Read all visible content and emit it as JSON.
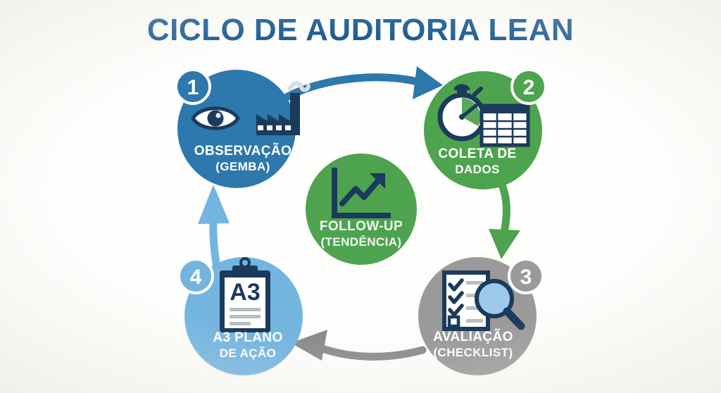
{
  "page": {
    "title": "CICLO DE AUDITORIA LEAN",
    "background_color": "#fdfdfb",
    "title_color": "#1f5d93"
  },
  "colors": {
    "blue_dark": "#2d78ac",
    "green": "#4ea34e",
    "gray": "#9a9a9a",
    "blue_light": "#74b5e0",
    "icon_navy": "#1b3a5c",
    "white": "#ffffff"
  },
  "center_node": {
    "name": "follow-up",
    "label_line1": "FOLLOW-UP",
    "label_line2": "(TENDÊNCIA)",
    "color": "#4ea34e",
    "icon": "trend-chart-icon"
  },
  "nodes": [
    {
      "id": "observacao",
      "badge": "1",
      "label_line1": "OBSERVAÇÃO",
      "label_line2": "(GEMBA)",
      "color": "#2d78ac",
      "icons": [
        "eye-icon",
        "factory-icon"
      ]
    },
    {
      "id": "coleta-de-dados",
      "badge": "2",
      "label_line1": "COLETA DE",
      "label_line2": "DADOS",
      "color": "#4ea34e",
      "icons": [
        "stopwatch-icon",
        "spreadsheet-icon"
      ]
    },
    {
      "id": "avaliacao",
      "badge": "3",
      "label_line1": "AVALIAÇÃO",
      "label_line2": "(CHECKLIST)",
      "color": "#9a9a9a",
      "icons": [
        "checklist-icon",
        "magnifier-icon"
      ]
    },
    {
      "id": "a3-plano-de-acao",
      "badge": "4",
      "label_line1": "A3 PLANO",
      "label_line2": "DE AÇÃO",
      "color": "#74b5e0",
      "icons": [
        "clipboard-a3-icon"
      ],
      "icon_text": "A3"
    }
  ],
  "arrows": [
    {
      "id": "arrow-1-to-2",
      "from": "observacao",
      "to": "coleta-de-dados",
      "color": "#2d78ac",
      "direction": "right"
    },
    {
      "id": "arrow-2-to-3",
      "from": "coleta-de-dados",
      "to": "avaliacao",
      "color": "#4ea34e",
      "direction": "down"
    },
    {
      "id": "arrow-3-to-4",
      "from": "avaliacao",
      "to": "a3-plano-de-acao",
      "color": "#9a9a9a",
      "direction": "left"
    },
    {
      "id": "arrow-4-to-1",
      "from": "a3-plano-de-acao",
      "to": "observacao",
      "color": "#74b5e0",
      "direction": "up"
    }
  ]
}
